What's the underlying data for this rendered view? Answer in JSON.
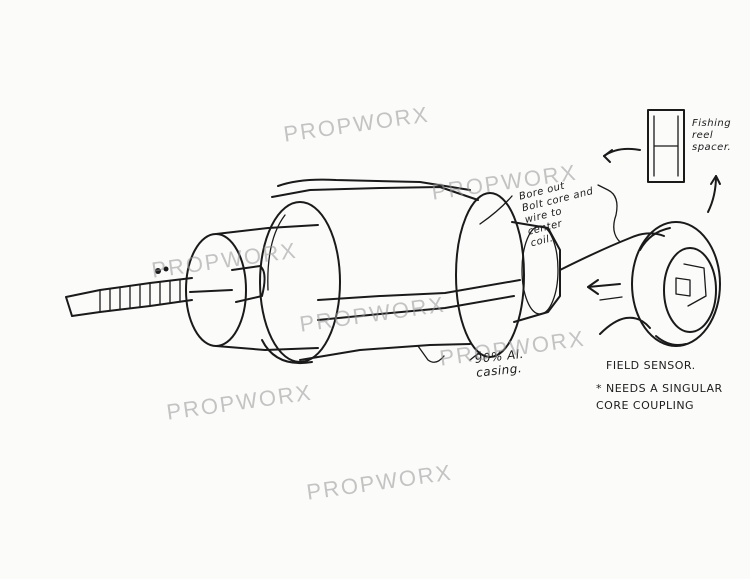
{
  "watermark": "PROPWORX",
  "annotations": {
    "fishing_reel_spacer": "Fishing\nreel\nspacer.",
    "bore_out_note": "Bore out\nBolt core and\nwire to\ncenter\ncoil.",
    "casing_note": "90% Al.\ncasing.",
    "field_sensor_title": "FIELD SENSOR.",
    "field_sensor_note": "* NEEDS A SINGULAR\nCORE COUPLING"
  },
  "colors": {
    "ink": "#1a1a1a",
    "paper": "#fbfbfa",
    "watermark": "#969696"
  }
}
